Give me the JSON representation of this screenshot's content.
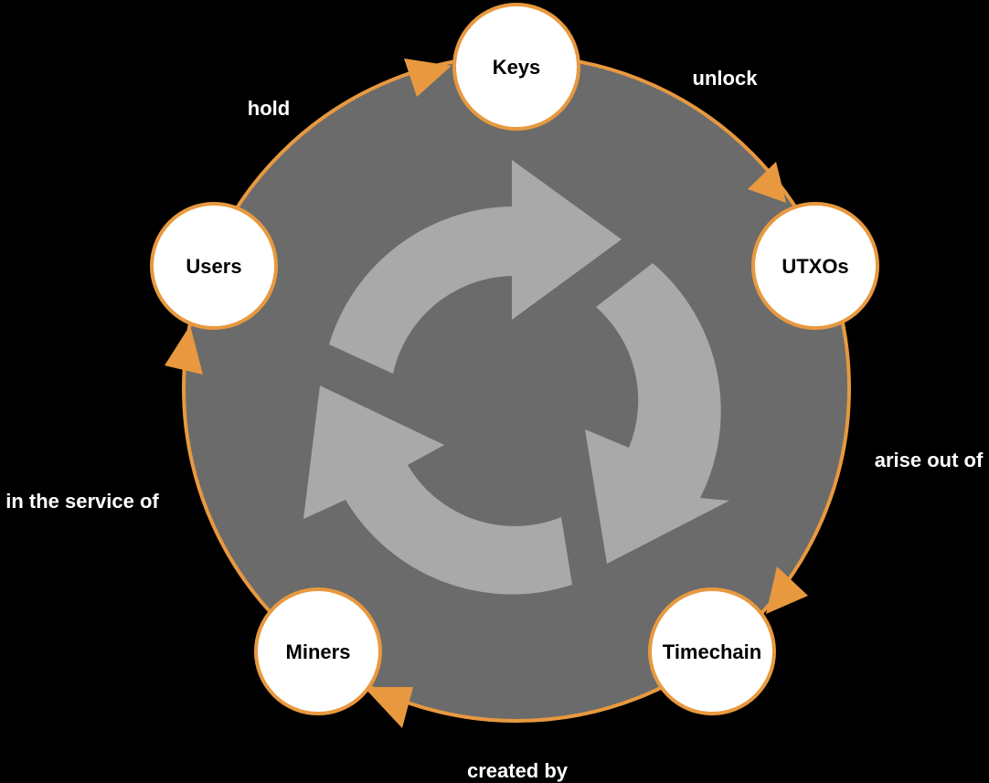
{
  "colors": {
    "background": "#000000",
    "disc_fill": "#6b6b6b",
    "ring_stroke": "#e8993f",
    "node_fill": "#ffffff",
    "node_border": "#e8993f",
    "center_arrows": "#a9a9a9",
    "node_text": "#000000",
    "edge_text": "#ffffff"
  },
  "center_icon": "cycle-arrows-icon",
  "nodes": {
    "keys": "Keys",
    "utxos": "UTXOs",
    "timechain": "Timechain",
    "miners": "Miners",
    "users": "Users"
  },
  "edges": {
    "keys_utxos": "unlock",
    "utxos_timechain": "arise out of",
    "timechain_miners": "created by",
    "miners_users": "in the service of",
    "users_keys": "hold"
  }
}
